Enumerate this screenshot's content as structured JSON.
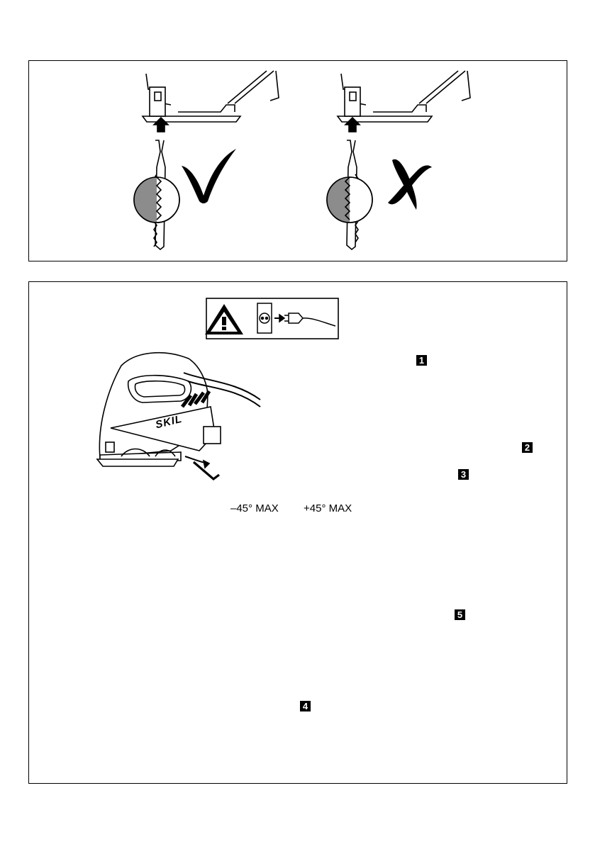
{
  "angle_labels": {
    "minus": "–45° MAX",
    "plus": "+45° MAX"
  },
  "steps": [
    "1",
    "2",
    "3",
    "4",
    "5"
  ],
  "brand": "SKIL",
  "icons": {
    "correct": "check-mark-icon",
    "incorrect": "cross-mark-icon",
    "warning": "warning-triangle-icon",
    "unplug": "unplug-icon",
    "unlock": "unlocked-padlock-icon",
    "lock": "locked-padlock-icon",
    "allen_key": "allen-key-icon"
  },
  "colors": {
    "line": "#000000",
    "blade_shade": "#8c8c8c",
    "page": "#ffffff"
  }
}
